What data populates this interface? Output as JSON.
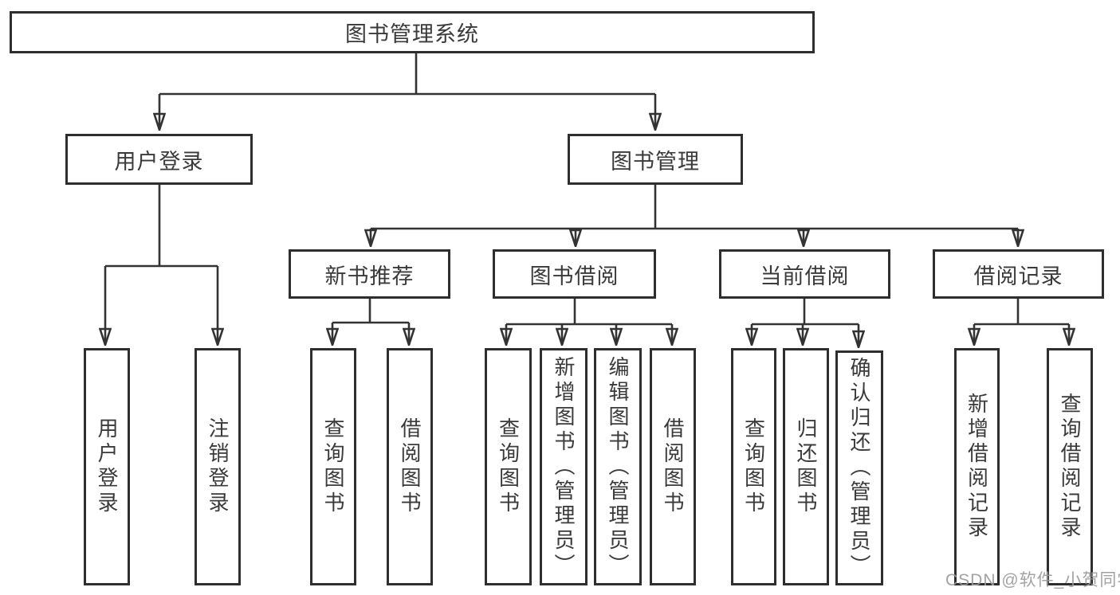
{
  "diagram_title": "图书管理系统",
  "nodes": {
    "root": "图书管理系统",
    "userLogin": "用户登录",
    "bookMgmt": "图书管理",
    "newBook": "新书推荐",
    "bookBorrow": "图书借阅",
    "currentBorrow": "当前借阅",
    "borrowRecord": "借阅记录",
    "leafUserLogin": "用户登录",
    "leafLogout": "注销登录",
    "nbQueryBook": "查询图书",
    "nbBorrowBook": "借阅图书",
    "bbQueryBook": "查询图书",
    "bbAddBook": "新增图书（管理员）",
    "bbEditBook": "编辑图书（管理员）",
    "bbBorrowBook": "借阅图书",
    "cbQueryBook": "查询图书",
    "cbReturnBook": "归还图书",
    "cbConfirmReturn": "确认归还（管理员）",
    "brAddRecord": "新增借阅记录",
    "brQueryRecord": "查询借阅记录"
  },
  "watermark": "CSDN @软件_小贺同学",
  "colors": {
    "background": "#ffffff",
    "box_border": "#2e2e2e",
    "connector_line": "#333333",
    "text": "#3a3a3a",
    "watermark_text": "#9b9b9b"
  }
}
